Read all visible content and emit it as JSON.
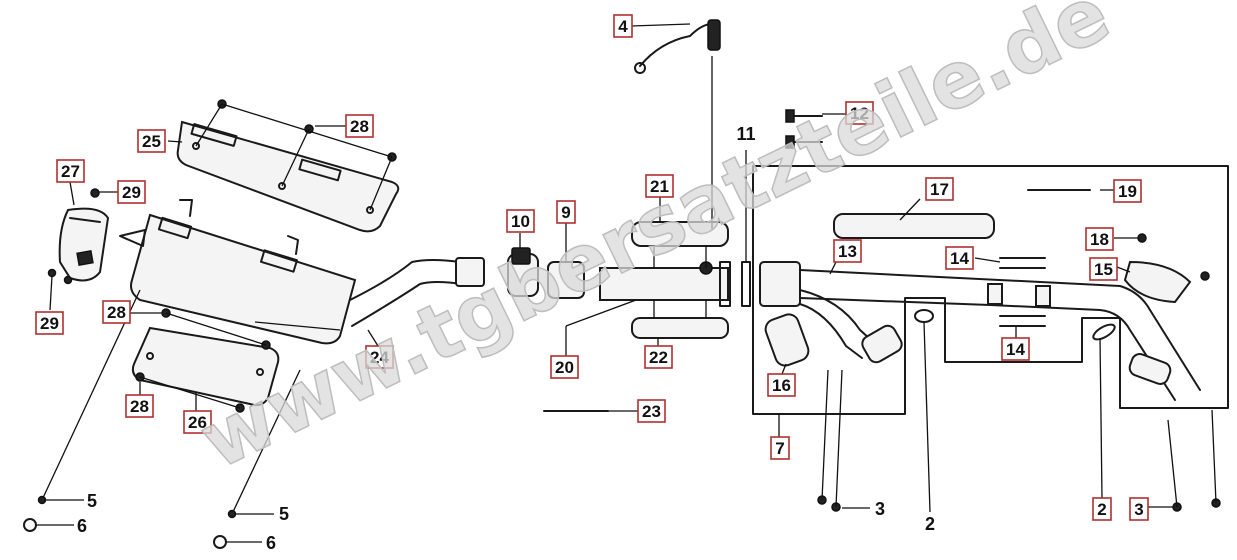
{
  "watermark": "www.tgbersatzteile.de",
  "callouts": [
    {
      "id": "c4",
      "text": "4",
      "boxed": true
    },
    {
      "id": "c12",
      "text": "12",
      "boxed": true
    },
    {
      "id": "c11",
      "text": "11",
      "boxed": false
    },
    {
      "id": "c28a",
      "text": "28",
      "boxed": true
    },
    {
      "id": "c25",
      "text": "25",
      "boxed": true
    },
    {
      "id": "c27",
      "text": "27",
      "boxed": true
    },
    {
      "id": "c29a",
      "text": "29",
      "boxed": true
    },
    {
      "id": "c29b",
      "text": "29",
      "boxed": true
    },
    {
      "id": "c21",
      "text": "21",
      "boxed": true
    },
    {
      "id": "c10",
      "text": "10",
      "boxed": true
    },
    {
      "id": "c9",
      "text": "9",
      "boxed": true
    },
    {
      "id": "c17",
      "text": "17",
      "boxed": true
    },
    {
      "id": "c19",
      "text": "19",
      "boxed": true
    },
    {
      "id": "c13",
      "text": "13",
      "boxed": true
    },
    {
      "id": "c18",
      "text": "18",
      "boxed": true
    },
    {
      "id": "c14a",
      "text": "14",
      "boxed": true
    },
    {
      "id": "c15",
      "text": "15",
      "boxed": true
    },
    {
      "id": "c14b",
      "text": "14",
      "boxed": true
    },
    {
      "id": "c28b",
      "text": "28",
      "boxed": true
    },
    {
      "id": "c24",
      "text": "24",
      "boxed": true
    },
    {
      "id": "c20",
      "text": "20",
      "boxed": true
    },
    {
      "id": "c22",
      "text": "22",
      "boxed": true
    },
    {
      "id": "c16",
      "text": "16",
      "boxed": true
    },
    {
      "id": "c28c",
      "text": "28",
      "boxed": true
    },
    {
      "id": "c26",
      "text": "26",
      "boxed": true
    },
    {
      "id": "c23",
      "text": "23",
      "boxed": true
    },
    {
      "id": "c7",
      "text": "7",
      "boxed": true
    },
    {
      "id": "c5a",
      "text": "5",
      "boxed": false
    },
    {
      "id": "c6a",
      "text": "6",
      "boxed": false
    },
    {
      "id": "c5b",
      "text": "5",
      "boxed": false
    },
    {
      "id": "c6b",
      "text": "6",
      "boxed": false
    },
    {
      "id": "c3a",
      "text": "3",
      "boxed": false
    },
    {
      "id": "c2a",
      "text": "2",
      "boxed": false
    },
    {
      "id": "c2b",
      "text": "2",
      "boxed": true
    },
    {
      "id": "c3b",
      "text": "3",
      "boxed": true
    }
  ]
}
